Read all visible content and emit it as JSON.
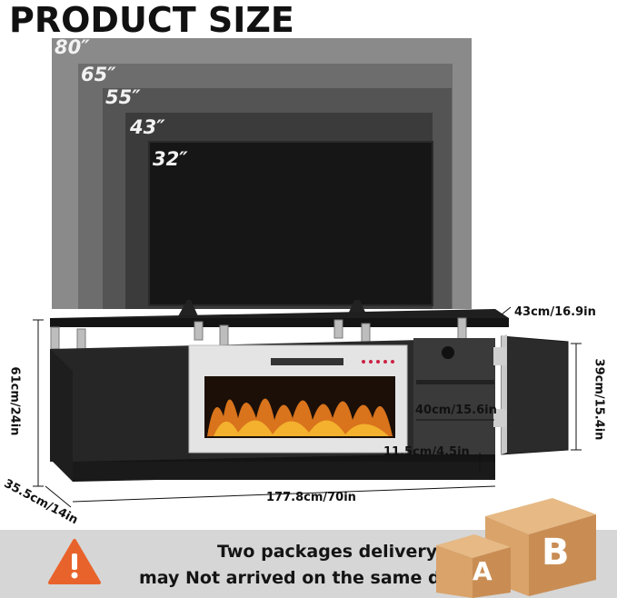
{
  "title": "PRODUCT SIZE",
  "tv_sizes": [
    "80″",
    "65″",
    "55″",
    "43″",
    "32″"
  ],
  "dimensions": {
    "top_depth": "43cm/16.9in",
    "total_height": "61cm/24in",
    "cabinet_height": "39cm/15.4in",
    "shelf_width": "40cm/15.6in",
    "base_height": "11.5cm/4.5in",
    "depth": "35.5cm/14in",
    "width": "177.8cm/70in"
  },
  "delivery": {
    "line1": "Two packages delivery,",
    "line2": "may Not arrived on the same day.",
    "warning_icon": "warning-icon",
    "package_a": "A",
    "package_b": "B"
  },
  "colors": {
    "cabinet": "#2b2b2b",
    "screen": "#1a1a1a",
    "banner": "#d6d6d6",
    "warning": "#e8632b",
    "box": "#d9a36a"
  }
}
